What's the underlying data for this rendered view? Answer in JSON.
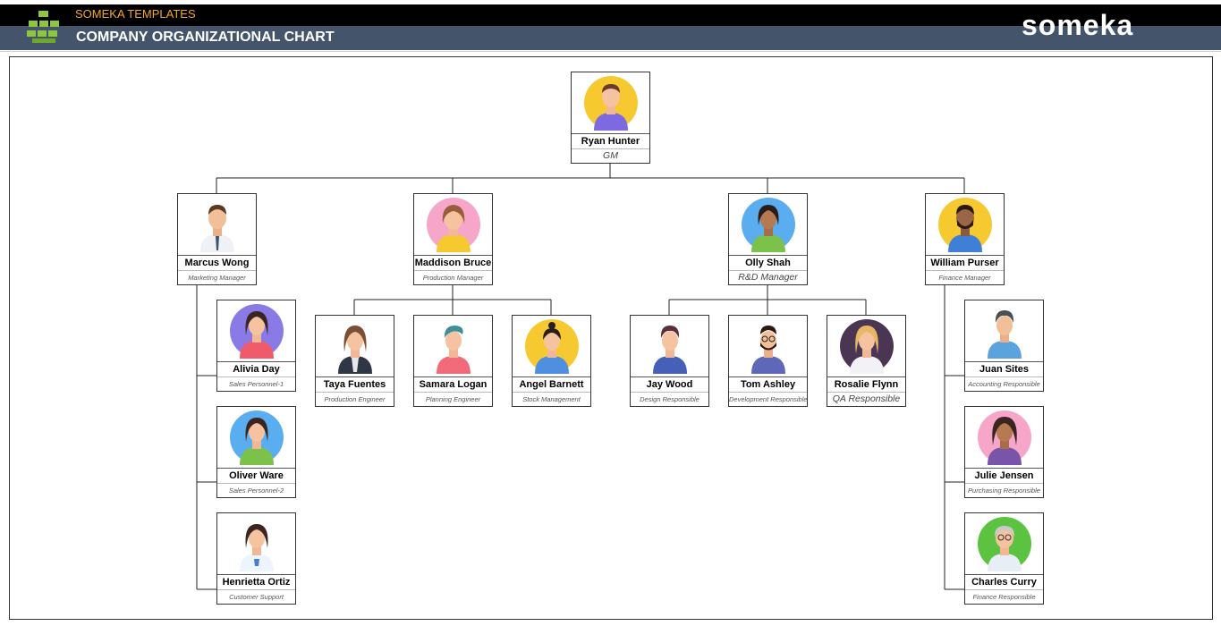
{
  "header": {
    "brand": "SOMEKA TEMPLATES",
    "title": "COMPANY ORGANIZATIONAL CHART",
    "logo_text": "someka"
  },
  "colors": {
    "header_top": "#000000",
    "header_bottom": "#44546a",
    "brand_text": "#f5a623",
    "logo_green": "#8dc63f"
  },
  "chart": {
    "gm": {
      "name": "Ryan Hunter",
      "role": "GM",
      "avatar": "man-purple-shirt-yellow-bg"
    },
    "managers": [
      {
        "name": "Marcus Wong",
        "role": "Marketing Manager",
        "avatar": "man-white-shirt-tie"
      },
      {
        "name": "Maddison Bruce",
        "role": "Production Manager",
        "avatar": "woman-pink-bg"
      },
      {
        "name": "Olly Shah",
        "role": "R&D Manager",
        "avatar": "woman-green-hoodie-blue-bg"
      },
      {
        "name": "William Purser",
        "role": "Finance Manager",
        "avatar": "man-beard-blue-suit"
      }
    ],
    "marketing_team": [
      {
        "name": "Alivia Day",
        "role": "Sales Personnel-1",
        "avatar": "woman-purple-bg"
      },
      {
        "name": "Oliver Ware",
        "role": "Sales Personnel-2",
        "avatar": "woman-green-top-blue-bg"
      },
      {
        "name": "Henrietta Ortiz",
        "role": "Customer Support",
        "avatar": "woman-white-shirt"
      }
    ],
    "production_team": [
      {
        "name": "Taya Fuentes",
        "role": "Production Engineer",
        "avatar": "woman-dark-jacket"
      },
      {
        "name": "Samara Logan",
        "role": "Planning Engineer",
        "avatar": "man-teal-hair-pink-shirt"
      },
      {
        "name": "Angel Barnett",
        "role": "Stock Management",
        "avatar": "woman-bun-yellow-bg"
      }
    ],
    "rnd_team": [
      {
        "name": "Jay Wood",
        "role": "Design Responsible",
        "avatar": "man-dark-hair-blue-shirt"
      },
      {
        "name": "Tom Ashley",
        "role": "Development Responsible",
        "avatar": "man-beard-glasses"
      },
      {
        "name": "Rosalie Flynn",
        "role": "QA Responsible",
        "avatar": "woman-blonde-dark-bg"
      }
    ],
    "finance_team": [
      {
        "name": "Juan Sites",
        "role": "Accounting Responsible",
        "avatar": "person-gray-silhouette"
      },
      {
        "name": "Julie Jensen",
        "role": "Purchasing Responsible",
        "avatar": "woman-pink-bg-curly"
      },
      {
        "name": "Charles Curry",
        "role": "Finance Responsible",
        "avatar": "old-man-glasses-green-bg"
      }
    ]
  }
}
